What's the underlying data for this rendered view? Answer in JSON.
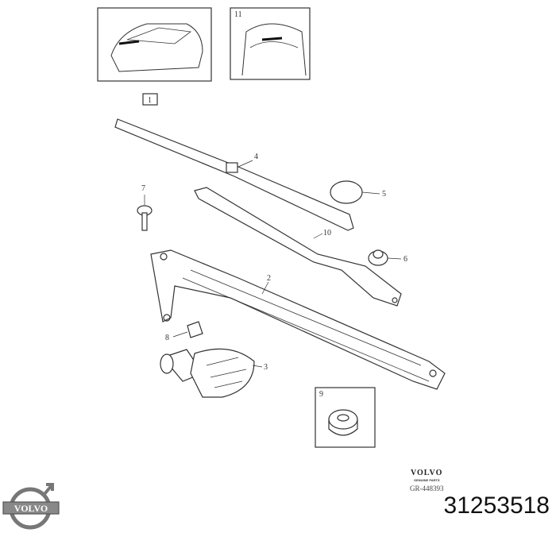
{
  "diagram": {
    "callouts": [
      "1",
      "2",
      "3",
      "4",
      "5",
      "6",
      "7",
      "8",
      "9",
      "10",
      "11"
    ],
    "stamp": {
      "brand": "VOLVO",
      "subtitle": "GENUINE PARTS",
      "reference": "GR-448393"
    },
    "logo_text": "VOLVO",
    "part_number": "31253518"
  }
}
